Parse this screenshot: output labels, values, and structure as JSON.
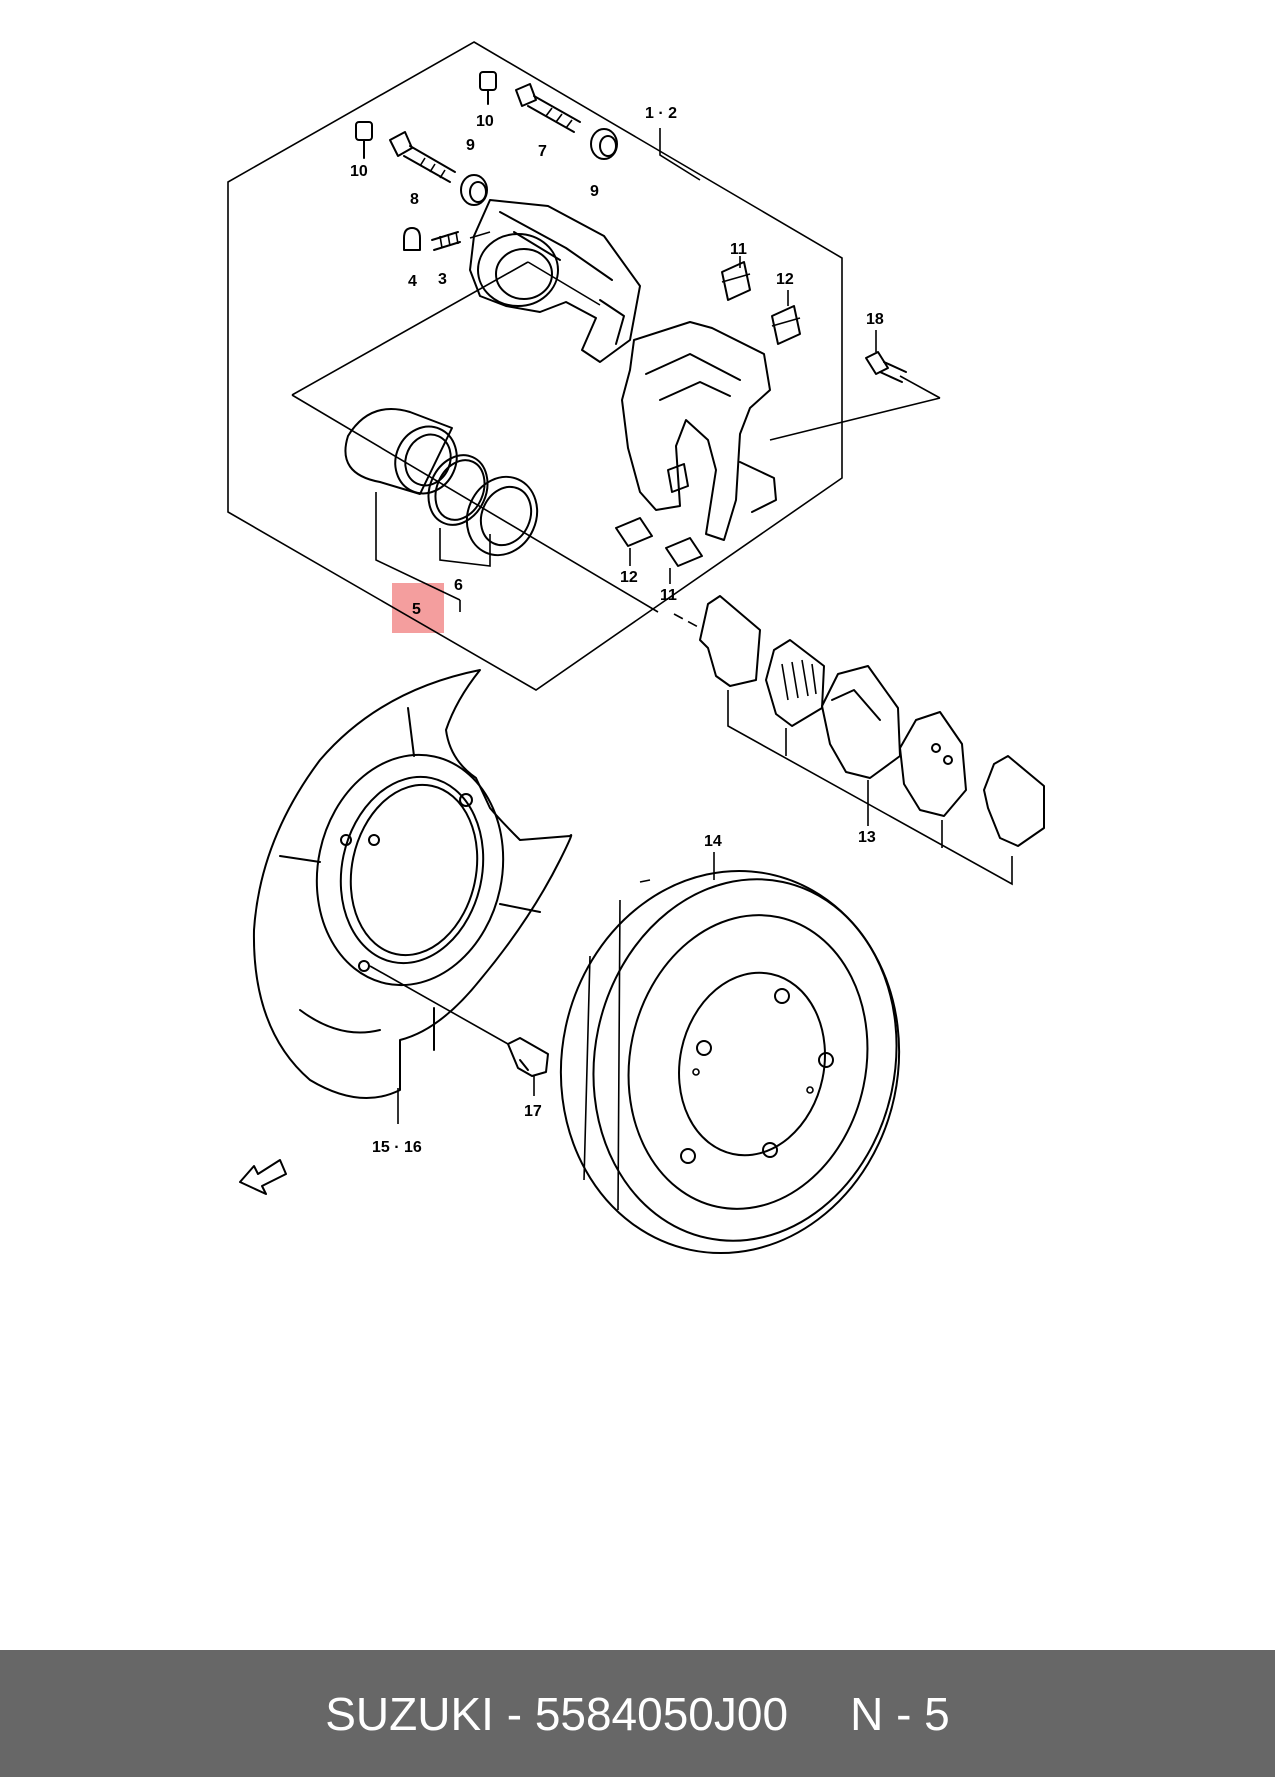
{
  "footer": {
    "brand": "SUZUKI",
    "separator": "-",
    "part_number": "5584050J00",
    "position": "N - 5"
  },
  "callouts": [
    {
      "id": "c-1-2",
      "text": "1 · 2"
    },
    {
      "id": "c-10a",
      "text": "10"
    },
    {
      "id": "c-10b",
      "text": "10"
    },
    {
      "id": "c-9a",
      "text": "9"
    },
    {
      "id": "c-9b",
      "text": "9"
    },
    {
      "id": "c-7",
      "text": "7"
    },
    {
      "id": "c-8",
      "text": "8"
    },
    {
      "id": "c-4",
      "text": "4"
    },
    {
      "id": "c-3",
      "text": "3"
    },
    {
      "id": "c-11a",
      "text": "11"
    },
    {
      "id": "c-12a",
      "text": "12"
    },
    {
      "id": "c-18",
      "text": "18"
    },
    {
      "id": "c-12b",
      "text": "12"
    },
    {
      "id": "c-11b",
      "text": "11"
    },
    {
      "id": "c-6",
      "text": "6"
    },
    {
      "id": "c-5",
      "text": "5"
    },
    {
      "id": "c-13",
      "text": "13"
    },
    {
      "id": "c-14",
      "text": "14"
    },
    {
      "id": "c-17",
      "text": "17"
    },
    {
      "id": "c-15-16",
      "text": "15 · 16"
    }
  ],
  "highlight_callout": "5",
  "colors": {
    "highlight": "#f07d7d",
    "footer_bg": "#676767",
    "footer_text": "#ffffff"
  },
  "icons": {
    "front_arrow": "fwd-arrow-icon"
  }
}
